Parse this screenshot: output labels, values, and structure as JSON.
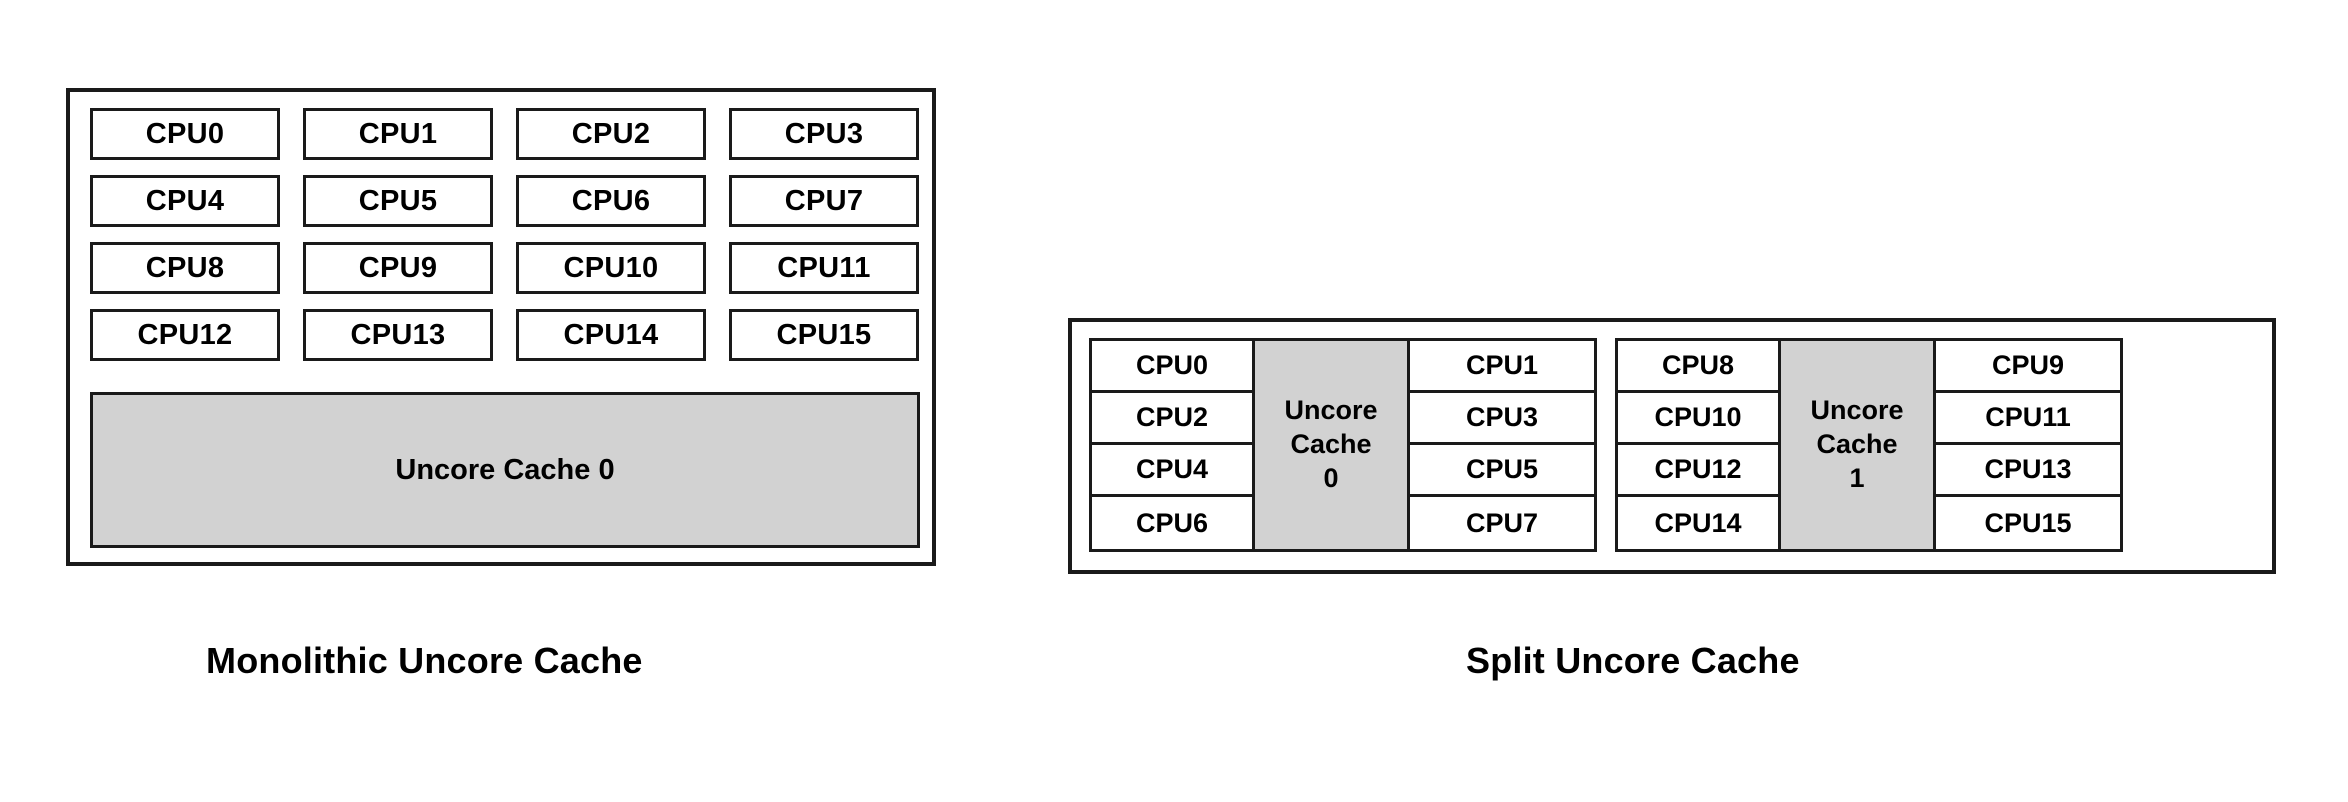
{
  "colors": {
    "cache_fill": "#d2d2d2",
    "stroke": "#1a1a1a",
    "background": "#ffffff",
    "text": "#000000"
  },
  "diagrams": [
    {
      "id": "monolithic",
      "caption": "Monolithic Uncore Cache",
      "layout": "4x4 CPU grid above one full-width shared cache block",
      "cpus": [
        "CPU0",
        "CPU1",
        "CPU2",
        "CPU3",
        "CPU4",
        "CPU5",
        "CPU6",
        "CPU7",
        "CPU8",
        "CPU9",
        "CPU10",
        "CPU11",
        "CPU12",
        "CPU13",
        "CPU14",
        "CPU15"
      ],
      "cache": {
        "label": "Uncore Cache 0",
        "index": "0"
      }
    },
    {
      "id": "split",
      "caption": "Split Uncore Cache",
      "layout": "two clusters, each with a left CPU column, a central cache, and a right CPU column",
      "clusters": [
        {
          "left_cpus": [
            "CPU0",
            "CPU2",
            "CPU4",
            "CPU6"
          ],
          "cache": {
            "line1": "Uncore",
            "line2": "Cache",
            "line3": "0"
          },
          "right_cpus": [
            "CPU1",
            "CPU3",
            "CPU5",
            "CPU7"
          ]
        },
        {
          "left_cpus": [
            "CPU8",
            "CPU10",
            "CPU12",
            "CPU14"
          ],
          "cache": {
            "line1": "Uncore",
            "line2": "Cache",
            "line3": "1"
          },
          "right_cpus": [
            "CPU9",
            "CPU11",
            "CPU13",
            "CPU15"
          ]
        }
      ]
    }
  ]
}
